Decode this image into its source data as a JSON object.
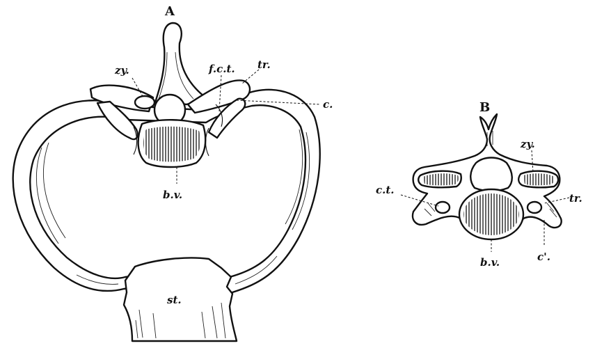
{
  "figure_a": {
    "letter": "A",
    "labels": {
      "zy": "zy.",
      "fct": "f.c.t.",
      "tr": "tr.",
      "c": "c.",
      "bv": "b.v.",
      "st": "st."
    }
  },
  "figure_b": {
    "letter": "B",
    "labels": {
      "zy": "zy.",
      "ct": "c.t.",
      "tr": "tr.",
      "bv": "b.v.",
      "c_prime": "c'."
    }
  },
  "colors": {
    "ink": "#111111",
    "paper": "#ffffff"
  }
}
